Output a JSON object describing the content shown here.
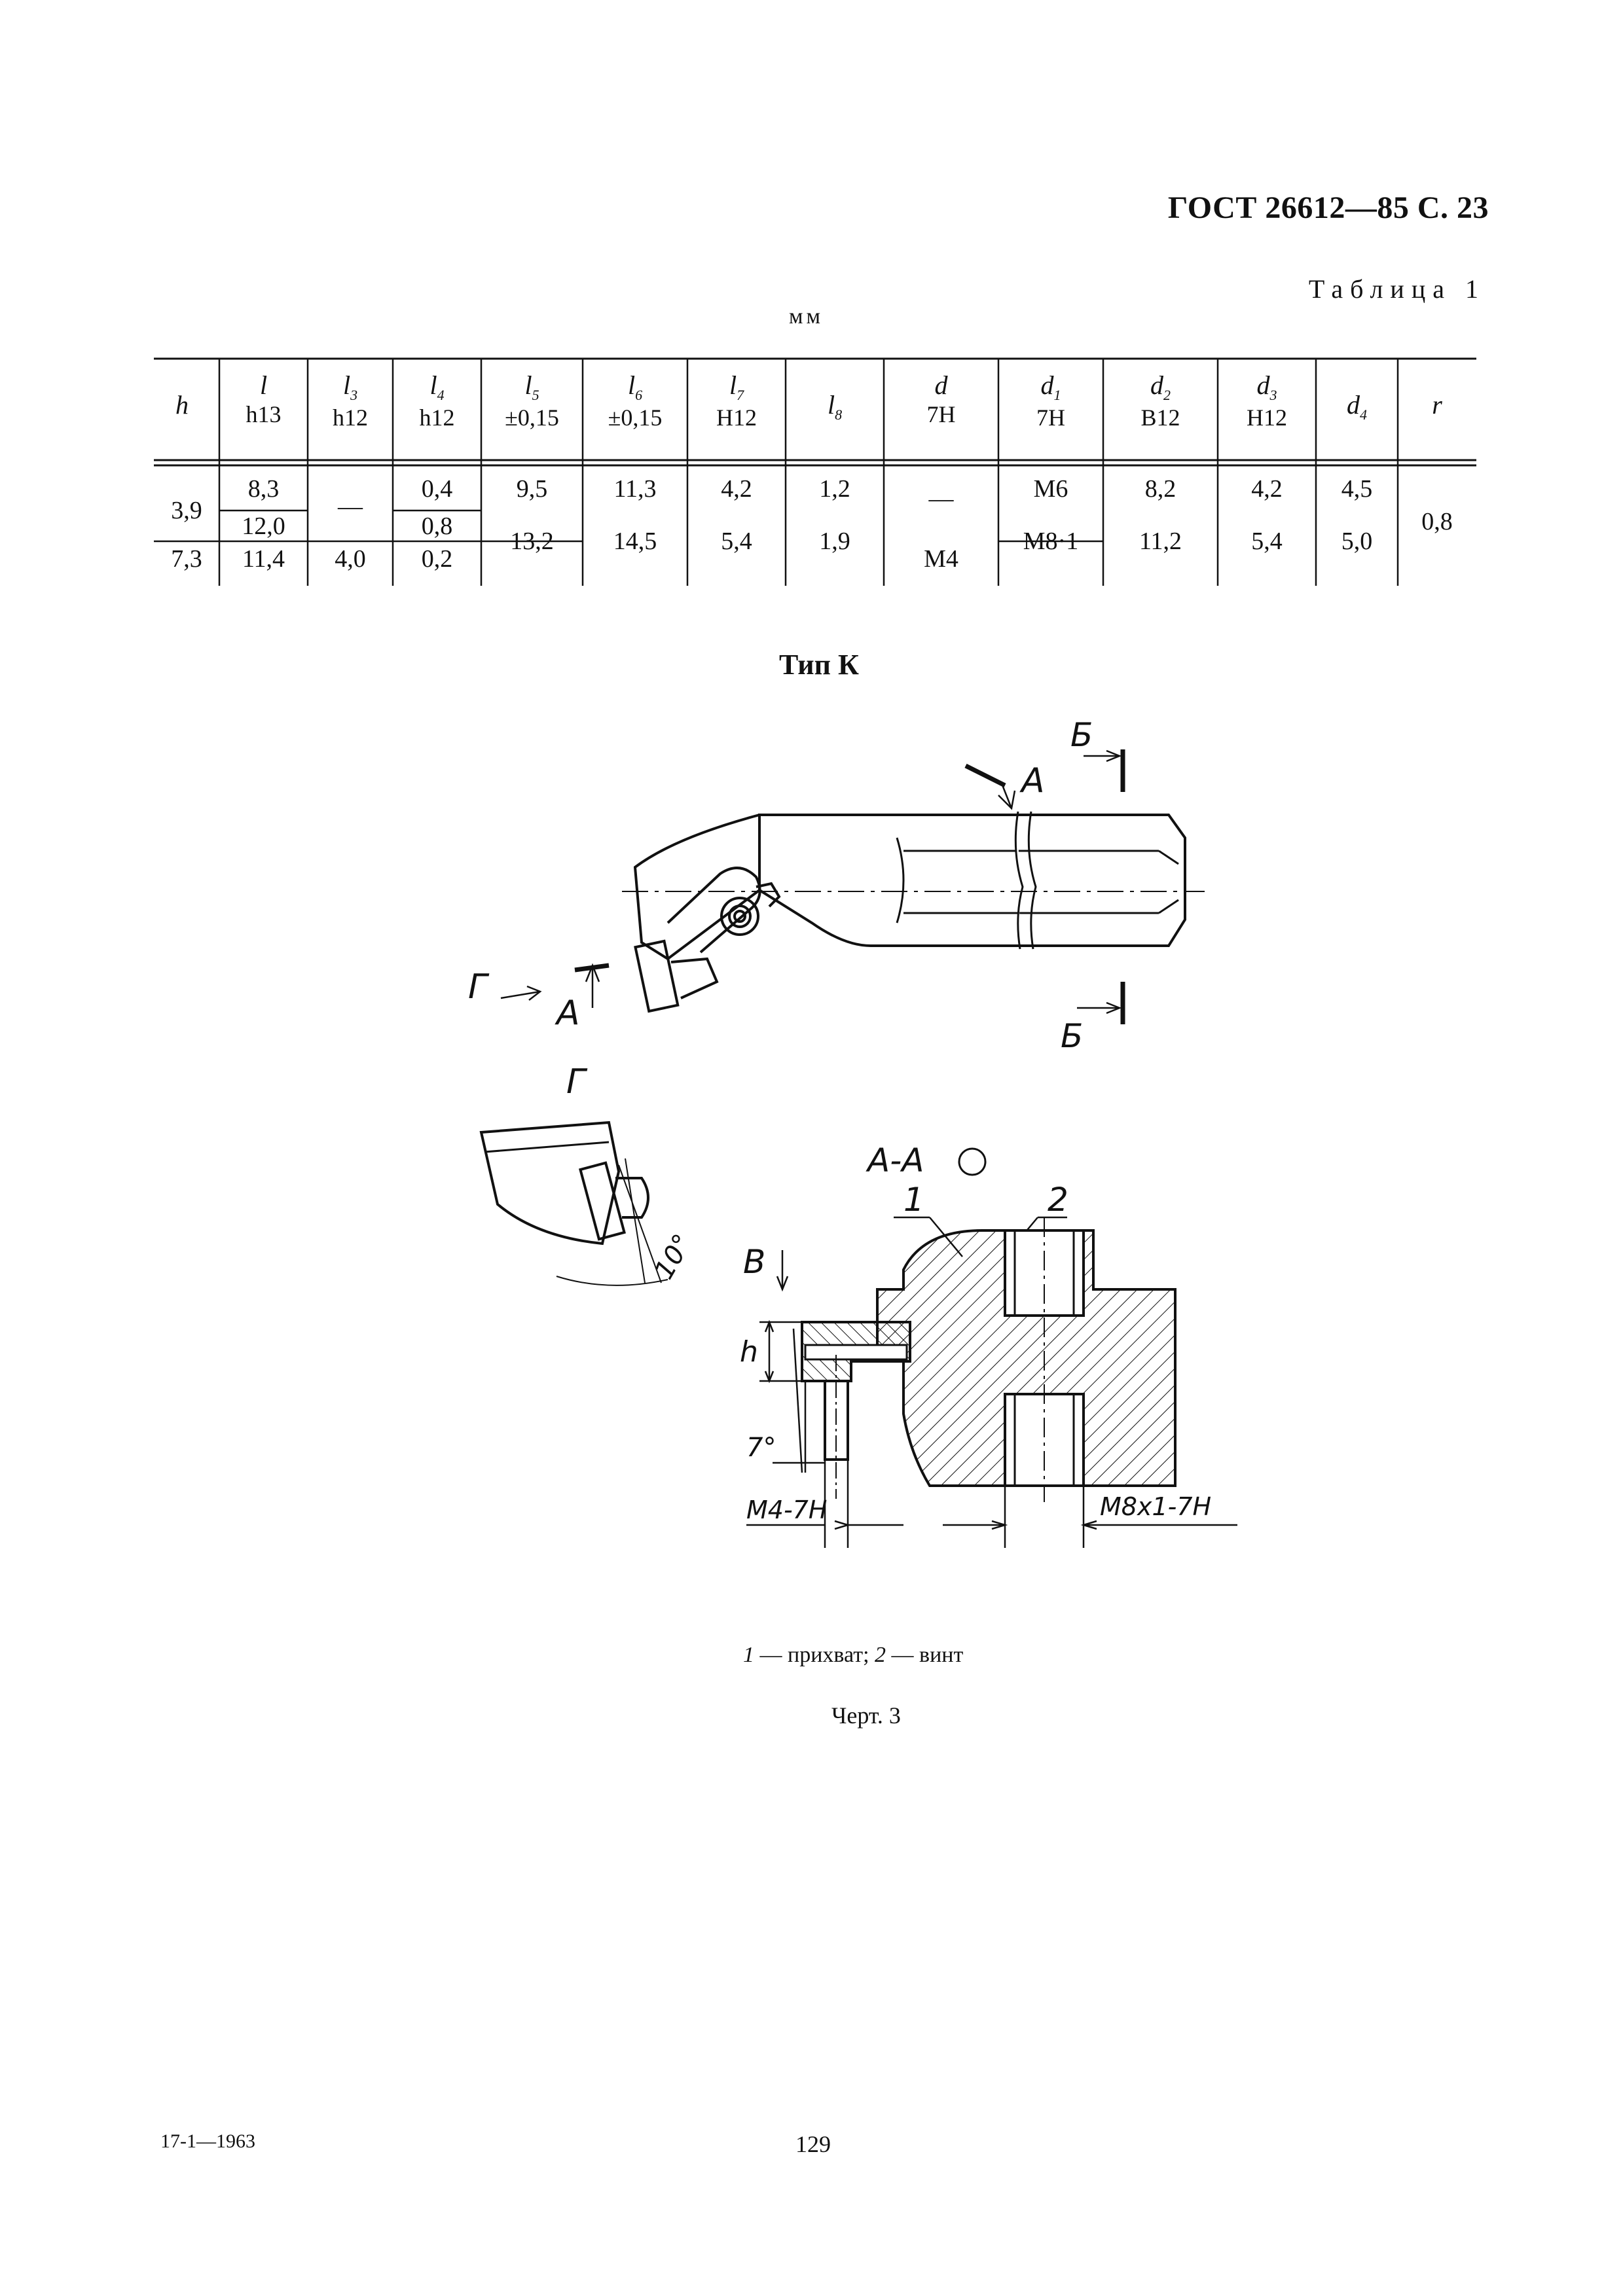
{
  "header": {
    "doc_ref": "ГОСТ 26612—85 С. 23"
  },
  "table": {
    "caption": "Таблица 1",
    "units": "мм",
    "columns": [
      {
        "sym": "h",
        "sub": "",
        "tol": ""
      },
      {
        "sym": "l",
        "sub": "",
        "tol": "h13"
      },
      {
        "sym": "l",
        "sub": "3",
        "tol": "h12"
      },
      {
        "sym": "l",
        "sub": "4",
        "tol": "h12"
      },
      {
        "sym": "l",
        "sub": "5",
        "tol": "±0,15"
      },
      {
        "sym": "l",
        "sub": "6",
        "tol": "±0,15"
      },
      {
        "sym": "l",
        "sub": "7",
        "tol": "H12"
      },
      {
        "sym": "l",
        "sub": "8",
        "tol": ""
      },
      {
        "sym": "d",
        "sub": "",
        "tol": "7H"
      },
      {
        "sym": "d",
        "sub": "1",
        "tol": "7H"
      },
      {
        "sym": "d",
        "sub": "2",
        "tol": "B12"
      },
      {
        "sym": "d",
        "sub": "3",
        "tol": "H12"
      },
      {
        "sym": "d",
        "sub": "4",
        "tol": ""
      },
      {
        "sym": "r",
        "sub": "",
        "tol": ""
      }
    ],
    "cells": {
      "h_a": "3,9",
      "h_b": "7,3",
      "l_1": "8,3",
      "l_2": "12,0",
      "l_3": "11,4",
      "l3_a": "—",
      "l3_b": "4,0",
      "l4_1": "0,4",
      "l4_2": "0,8",
      "l4_3": "0,2",
      "l5_1": "9,5",
      "l5_b": "13,2",
      "l6_1": "11,3",
      "l6_b": "14,5",
      "l7_1": "4,2",
      "l7_b": "5,4",
      "l8_1": "1,2",
      "l8_b": "1,9",
      "d_a": "—",
      "d_b": "M4",
      "d1_1": "M6",
      "d1_b": "M8·1",
      "d2_1": "8,2",
      "d2_b": "11,2",
      "d3_1": "4,2",
      "d3_b": "5,4",
      "d4_1": "4,5",
      "d4_b": "5,0",
      "r": "0,8"
    }
  },
  "figure": {
    "title": "Тип К",
    "labels": {
      "section_A": "А",
      "section_B": "Б",
      "view_G": "Г",
      "view_V": "В",
      "section_AA": "А-А",
      "part_1": "1",
      "part_2": "2",
      "dim_h": "h",
      "angle_7": "7°",
      "angle_10": "10°",
      "thread_m4": "М4-7Н",
      "thread_m8": "М8х1-7Н"
    },
    "legend": {
      "n1": "1",
      "t1": " — прихват; ",
      "n2": "2",
      "t2": " — винт"
    },
    "drawing_no": "Черт. 3"
  },
  "footer": {
    "left": "17-1—1963",
    "page": "129"
  }
}
